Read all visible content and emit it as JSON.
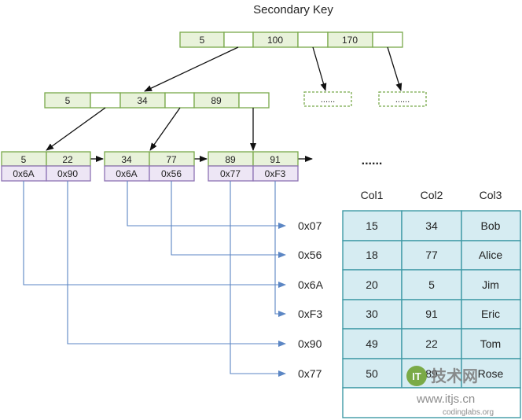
{
  "title": "Secondary Key",
  "root_node": {
    "keys": [
      "5",
      "100",
      "170"
    ]
  },
  "level2_node": {
    "keys": [
      "5",
      "34",
      "89"
    ]
  },
  "placeholder_nodes": [
    "......",
    "......"
  ],
  "leaf_nodes": [
    {
      "keys": [
        "5",
        "22"
      ],
      "addresses": [
        "0x6A",
        "0x90"
      ]
    },
    {
      "keys": [
        "34",
        "77"
      ],
      "addresses": [
        "0x6A",
        "0x56"
      ]
    },
    {
      "keys": [
        "89",
        "91"
      ],
      "addresses": [
        "0x77",
        "0xF3"
      ]
    }
  ],
  "leaf_ellipsis": "......",
  "row_addresses": [
    "0x07",
    "0x56",
    "0x6A",
    "0xF3",
    "0x90",
    "0x77"
  ],
  "table": {
    "columns": [
      "Col1",
      "Col2",
      "Col3"
    ],
    "rows": [
      [
        "15",
        "34",
        "Bob"
      ],
      [
        "18",
        "77",
        "Alice"
      ],
      [
        "20",
        "5",
        "Jim"
      ],
      [
        "30",
        "91",
        "Eric"
      ],
      [
        "49",
        "22",
        "Tom"
      ],
      [
        "50",
        "89",
        "Rose"
      ]
    ]
  },
  "watermark": {
    "logo_text": "技术网",
    "url": "www.itjs.cn",
    "source": "codinglabs.org"
  },
  "colors": {
    "key_fill": "#e8f2da",
    "key_border": "#78a94a",
    "address_fill": "#ede6f5",
    "address_border": "#8e73b4",
    "table_fill": "#d6ecf2",
    "table_border": "#3f9aa6",
    "link_line": "#5b86c4"
  }
}
